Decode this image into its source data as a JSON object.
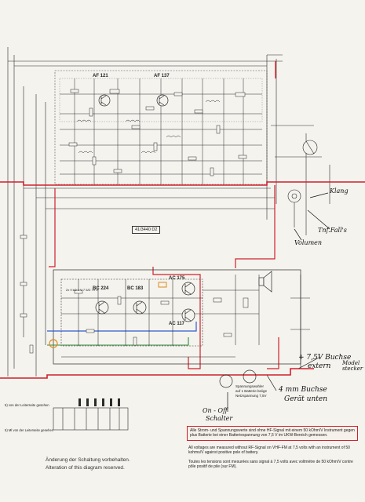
{
  "colors": {
    "ink": "#2a2a2a",
    "ground_line": "#d0202a",
    "mute_line": "#2f5bd0",
    "green_line": "#2e8b3a",
    "orange_marker": "#e08a1a",
    "paper": "#f4f3ee"
  },
  "labels": {
    "af121": "AF 121",
    "af137": "AF 137",
    "bc224": "BC 224",
    "bc183": "BC 183",
    "ac175": "AC 175",
    "ac117": "AC 117",
    "board_id": "41/3440 D2",
    "board_small": "2x 9 kΩ 1 V 7 5/D 79 V"
  },
  "handwritten": {
    "klang": "Klang",
    "tuning": "Tnf.Fall's",
    "volume": "Volumen",
    "socket_ext_line1": "+ 7,5V Buchse",
    "socket_ext_line2": "extern",
    "socket_ext_side": "Model\nstecker",
    "on_off_line1": "On - Off",
    "on_off_line2": "Schalter",
    "socket_dev_line1": "4 mm Buchse",
    "socket_dev_line2": "Gerät unten"
  },
  "notes": {
    "red_box": "Alle Strom- und Spannungswerte sind ohne HF-Signal mit einem 50 kOhm/V Instrument gegen plus Batterie bei einer Batteriespannung von 7,5 V im UKW-Bereich gemessen.",
    "english": "All voltages are measured without RF-Signal on VHF-FM at 7,5 volts with an instrument of 50 kohms/V against positive pole of battery.",
    "french": "Toutes les tensions sont mesurées sans signal à 7,5 volts avec voltmètre de 50 kOhm/V contre pôle positif de pile (sur FM).",
    "switch_legend": "Spannungswahler\nauf 1 Batterie beiige\nNetzspannung 7,5V"
  },
  "footer": {
    "line1": "Änderung der Schaltung vorbehalten.",
    "line2": "Alteration of this diagram reserved."
  },
  "legends": {
    "left_top": "5) von der Leiterseite gesehen",
    "left_bottom": "5) Ml von der Leiterseite gesehen"
  }
}
